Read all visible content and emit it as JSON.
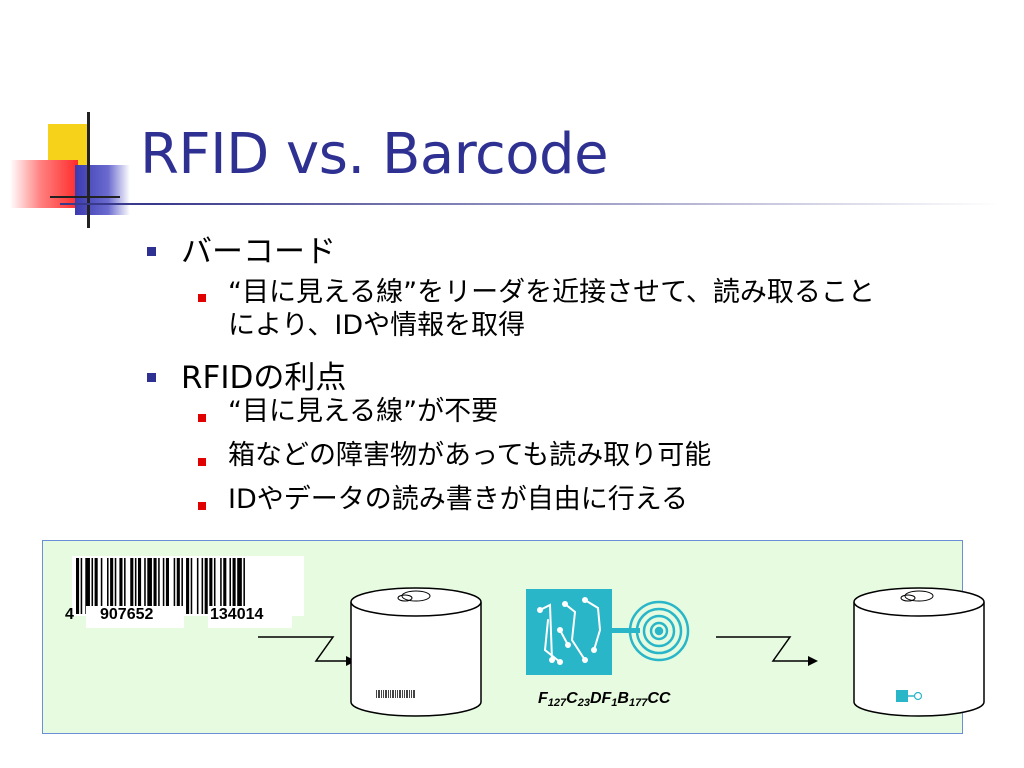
{
  "slide": {
    "title": "RFID vs. Barcode",
    "colors": {
      "title": "#2f3192",
      "bullet_level1": "#2f3192",
      "bullet_level2": "#e00000",
      "panel_bg": "#e7fbe0",
      "panel_border": "#6b8fd6",
      "chip": "#29b6c8"
    }
  },
  "bullets": [
    {
      "text": "バーコード",
      "children": [
        {
          "line1": "“目に見える線”をリーダを近接させて、読み取ること",
          "line2": "により、IDや情報を取得"
        }
      ]
    },
    {
      "text": "RFIDの利点",
      "children": [
        {
          "line1": "“目に見える線”が不要"
        },
        {
          "line1": "箱などの障害物があっても読み取り可能"
        },
        {
          "line1": "IDやデータの読み書きが自由に行える"
        }
      ]
    }
  ],
  "illustration": {
    "barcode_digits": {
      "first": "4",
      "left_group": "907652",
      "right_group": "134014"
    },
    "encoded_id_text": "F127C23DF1B177CC",
    "icons": [
      "barcode-label-icon",
      "can-with-barcode-icon",
      "rfid-chip-icon",
      "radio-wave-icon",
      "can-with-rfid-tag-icon"
    ]
  }
}
